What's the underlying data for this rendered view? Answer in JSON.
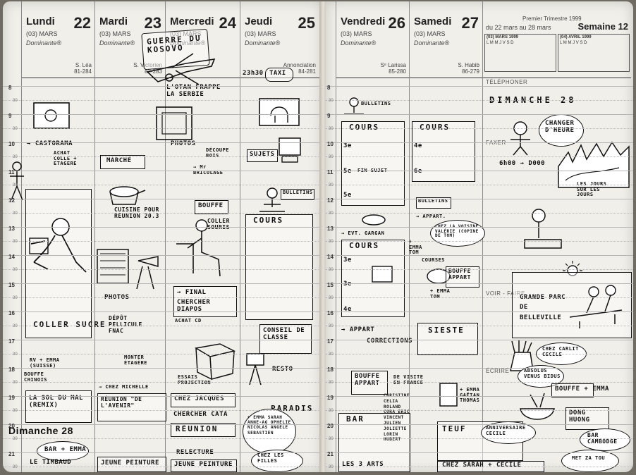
{
  "left_page": {
    "days": [
      {
        "name": "Lundi",
        "num": "22",
        "month": "(03) MARS",
        "dominante": "Dominante®",
        "saint": "S. Léa",
        "saint_code": "81-284"
      },
      {
        "name": "Mardi",
        "num": "23",
        "month": "(03) MARS",
        "dominante": "Dominante®",
        "saint": "S. Victorien",
        "saint_code": "82-283"
      },
      {
        "name": "Mercredi",
        "num": "24",
        "month": "(03) MARS",
        "dominante": "Dominante®",
        "saint": "",
        "saint_code": ""
      },
      {
        "name": "Jeudi",
        "num": "25",
        "month": "(03) MARS",
        "dominante": "Dominante®",
        "saint": "Annonciation",
        "saint_code": "84-281"
      }
    ]
  },
  "right_page": {
    "days": [
      {
        "name": "Vendredi",
        "num": "26",
        "month": "(03) MARS",
        "dominante": "Dominante®",
        "saint": "Sᵉ Larissa",
        "saint_code": "85-280"
      },
      {
        "name": "Samedi",
        "num": "27",
        "month": "(03) MARS",
        "dominante": "Dominante®",
        "saint": "S. Habib",
        "saint_code": "86-279"
      }
    ],
    "week_info": {
      "trimester": "Premier Trimestre 1999",
      "range": "du 22 mars au 28 mars",
      "week": "Semaine 12"
    },
    "mini_cal": {
      "mars_title": "(03) MARS 1999",
      "avril_title": "(04) AVRIL 1999",
      "weekdays": "L  M  M  J  V  S  D"
    },
    "side_labels": {
      "telephone": "TÉLÉPHONER",
      "faxer": "FAXER",
      "voir_faire": "VOIR - FAIRE",
      "ecrire": "ÉCRIRE"
    },
    "sunday_title": "DIMANCHE 28"
  },
  "hours": [
    "8",
    "9",
    "10",
    "11",
    "12",
    "13",
    "14",
    "15",
    "16",
    "17",
    "18",
    "19",
    "20",
    "21"
  ],
  "half_label": "30",
  "notes": {
    "guerre": "GUERRE DU KOSOVO",
    "otan": "L'OTAN FRAPPE LA SERBIE",
    "taxi": "TAXI",
    "time_taxi": "23h30",
    "castorama": "→ CASTORAMA",
    "achat": "ACHAT COLLE + ETAGERE",
    "marche": "MARCHÉ",
    "photos": "PHOTOS",
    "decoupe": "DÉCOUPE BOIS",
    "bricolage": "→ Mr BRICOLAGE",
    "sujets": "SUJETS",
    "bulletins": "BULLETINS",
    "cuisine": "CUISINE POUR REUNION 20.3",
    "bouffe": "BOUFFE",
    "coller_souris": "COLLER SOURIS",
    "cours": "COURS",
    "coller_sucre": "COLLER SUCRE",
    "photos2": "PHOTOS",
    "final": "→ FINAL",
    "chercher_diapos": "CHERCHER DIAPOS",
    "depot": "DÉPÔT PELLICULE FNAC",
    "achat_cd": "ACHAT CD",
    "conseil": "CONSEIL DE CLASSE",
    "rv_emma": "RV + EMMA (SUISSE)",
    "monter": "MONTER ÉTAGÈRE",
    "bouffe_chinois": "BOUFFE CHINOIS",
    "chez_michelle": "→ CHEZ MICHELLE",
    "essais": "ESSAIS PROJECTION",
    "resto": "RESTO",
    "sol_du_mal": "LA SOL DU MAL (REMIX)",
    "reunion_avenir": "RÉUNION \"DE L'AVENIR\"",
    "chez_jacques": "CHEZ JACQUES",
    "chercher_cata": "CHERCHER CATA",
    "reunion": "RÉUNION",
    "paradis": "PARADIS",
    "emma_list": "+ EMMA SARAH ANNE-AG OPHELIE NICOLAS ANGELE SEBASTIEN",
    "chez_filles": "CHEZ LES FILLES",
    "dimanche": "Dimanche 28",
    "bar_emma": "BAR + EMMA",
    "timbaud": "LE TIMBAUD",
    "jeune_peinture": "JEUNE PEINTURE",
    "relecture": "RELECTURE",
    "jeune_peinture2": "JEUNE PEINTURE",
    "cours_r": "COURS",
    "cours2": "COURS",
    "eme3": "3e",
    "eme5": "5e",
    "fin_sujet": "FIN SUJET",
    "eme4": "4e",
    "eme6": "6e",
    "ev_gargan": "→ EVT. GARGAN",
    "appart": "→ APPART.",
    "chez_voisine": "CHEZ LA VOISINE VALÉRIE (COPINE DE TOM)",
    "emma_tom": "+ EMMA TOM",
    "courses": "COURSES",
    "bouffe_appart": "BOUFFE APPART",
    "emma_tom2": "+ EMMA TOM",
    "corrections": "CORRECTIONS",
    "sieste": "SIESTE",
    "appart2": "→ APPART",
    "bouffe_appart2": "BOUFFE APPART",
    "de_visite": "DE VISITE EN FRANCE",
    "christine": "CHRISTINE CELIA ROLAND CORA ERIC VINCENT JULIEN JOLIETTE LORIN HUBERT",
    "bar": "BAR",
    "teuf": "TEUF",
    "anniversaire": "ANNIVERSAIRE CECILE",
    "trois_arts": "LES 3 ARTS",
    "chez_sarah": "CHEZ SARAH + CECILE",
    "emma_gaetan": "+ EMMA GAËTAN THOMAS",
    "changer_heure": "CHANGER D'HEURE",
    "time_change": "6h00 → D000",
    "jours_longs": "LES JOURS SUR LES JOURS",
    "grande_parc": "GRANDE PARC DE BELLEVILLE",
    "chez_carlit": "CHEZ CARLIT CECILE",
    "absolus": "ABSOLUS VENUS BIDUS",
    "bouffe_right": "BOUFFE + EMMA",
    "dong_huong": "DONG HUONG",
    "bar_cambodge": "BAR CAMBODGE",
    "mini_notes": "MET ZA TOU"
  }
}
